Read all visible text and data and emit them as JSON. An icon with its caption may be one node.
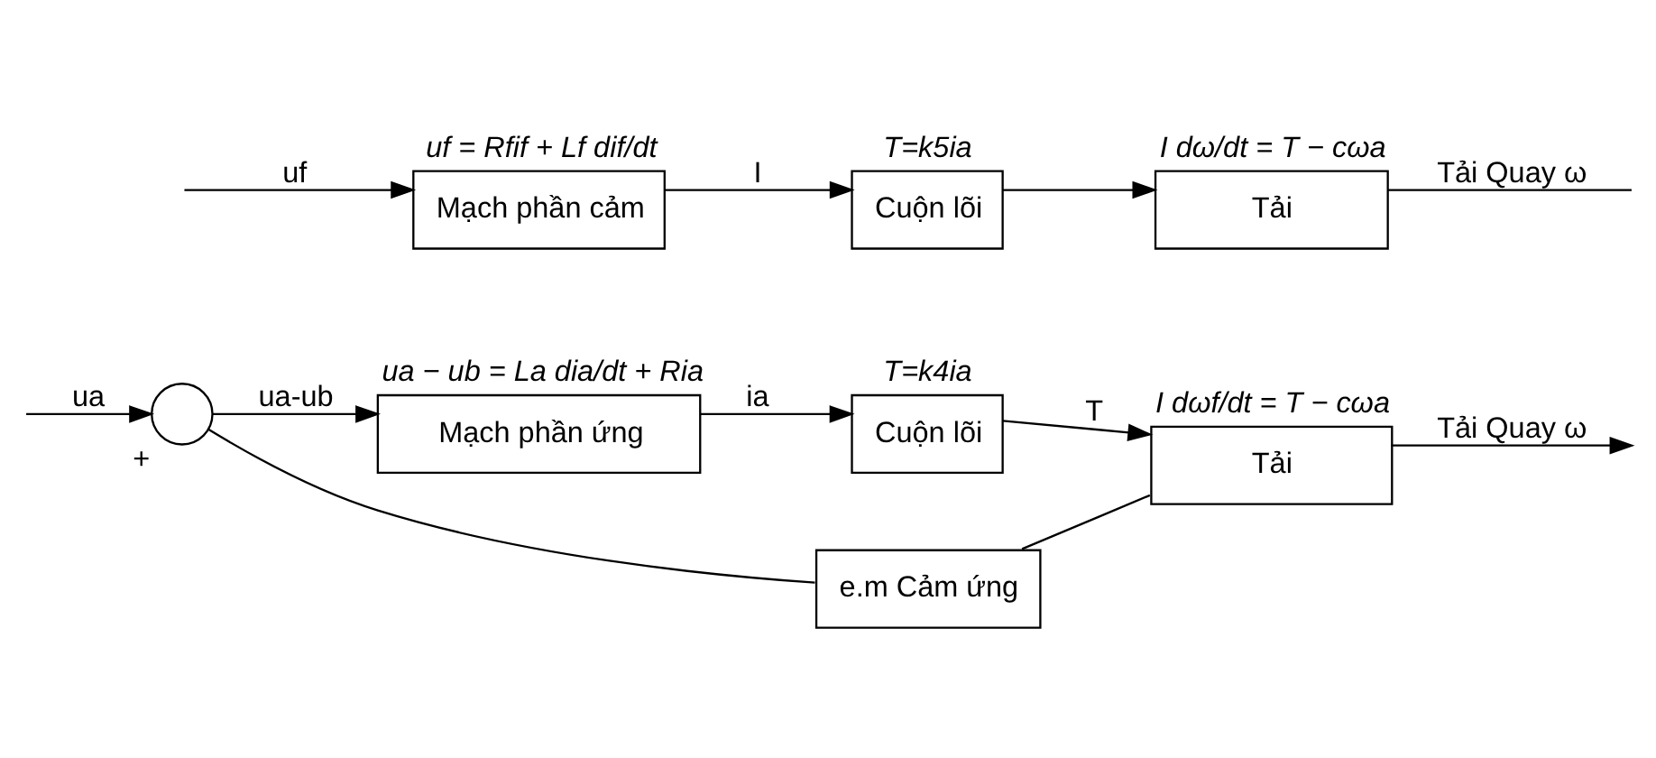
{
  "diagram": {
    "nodes": [
      {
        "text": [],
        "shape": "circle",
        "beside": [
          "+"
        ]
      },
      {
        "text": [
          "Mạch phần ứng"
        ],
        "beside": [
          "ua − ub = La dia/dt + Ria"
        ]
      },
      {
        "text": [
          "Cuộn lõi"
        ],
        "beside": [
          "T=k4ia"
        ]
      },
      {
        "text": [
          "Tải"
        ],
        "beside": [
          "I dωf/dt = T − cωa"
        ]
      },
      {
        "text": [
          "e.m Cảm ứng"
        ]
      },
      {
        "text": [
          "Mạch phần cảm"
        ],
        "beside": [
          "uf = Rfif + Lf dif/dt"
        ]
      },
      {
        "text": [
          "Cuộn lõi"
        ],
        "beside": [
          "T=k5ia"
        ]
      },
      {
        "text": [
          "Tải"
        ],
        "beside": [
          "I dω/dt = T − cωa"
        ]
      }
    ],
    "edges": [
      {
        "from": null,
        "to": 0,
        "arrow": "to",
        "label": "ua"
      },
      {
        "from": 0,
        "to": 1,
        "arrow": "to",
        "label": "ua-ub"
      },
      {
        "from": 1,
        "to": 2,
        "arrow": "to",
        "label": "ia"
      },
      {
        "from": 2,
        "to": 3,
        "arrow": "to",
        "label": "T"
      },
      {
        "from": 3,
        "to": null,
        "arrow": "to",
        "label": "Tải Quay ω"
      },
      {
        "from": 3,
        "to": 4,
        "arrow": "none"
      },
      {
        "from": 4,
        "to": 0,
        "arrow": "none"
      },
      {
        "from": null,
        "to": 5,
        "arrow": "to",
        "label": "uf"
      },
      {
        "from": 5,
        "to": 6,
        "arrow": "to",
        "label": "I"
      },
      {
        "from": 6,
        "to": 7,
        "arrow": "to"
      },
      {
        "from": 7,
        "to": null,
        "arrow": "none",
        "label": "Tải Quay ω"
      }
    ]
  }
}
